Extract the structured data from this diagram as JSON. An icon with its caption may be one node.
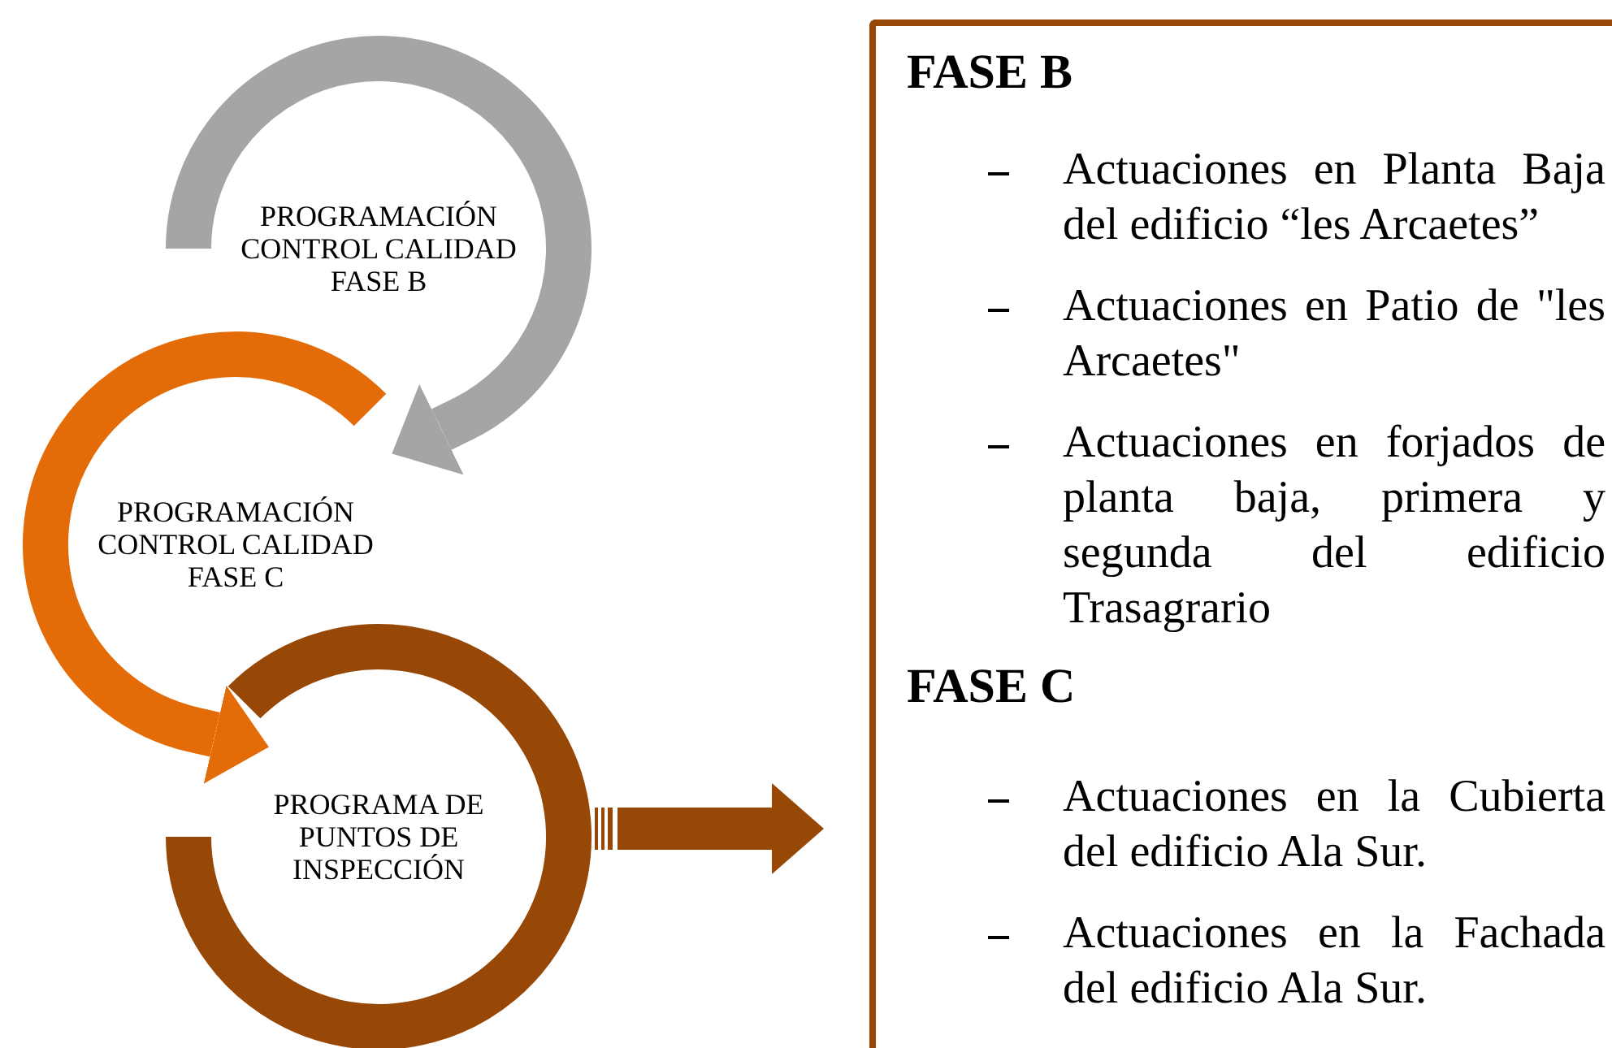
{
  "diagram": {
    "nodes": [
      {
        "text": [
          "PROGRAMACIÓN CONTROL CALIDAD FASE B"
        ]
      },
      {
        "text": [
          "PROGRAMACIÓN CONTROL CALIDAD FASE C"
        ]
      },
      {
        "text": [
          "PROGRAMA DE PUNTOS DE INSPECCIÓN"
        ]
      },
      {
        "text": [
          "FASE B",
          "Actuaciones en Planta Baja del edificio “les Arcaetes”",
          "Actuaciones en Patio de \"les Arcaetes\"",
          "Actuaciones en forjados de planta baja, primera y segunda del edificio Trasagrario",
          "FASE C",
          "Actuaciones en la Cubierta del edificio Ala Sur.",
          "Actuaciones en la Fachada del edificio Ala Sur."
        ]
      }
    ],
    "edges": [
      {
        "from": 0,
        "to": 1,
        "arrow": "to",
        "color": "#a5a5a5"
      },
      {
        "from": 1,
        "to": 2,
        "arrow": "to",
        "color": "#e36c09"
      },
      {
        "from": 2,
        "to": 3,
        "arrow": "to",
        "color": "#974706"
      }
    ]
  }
}
